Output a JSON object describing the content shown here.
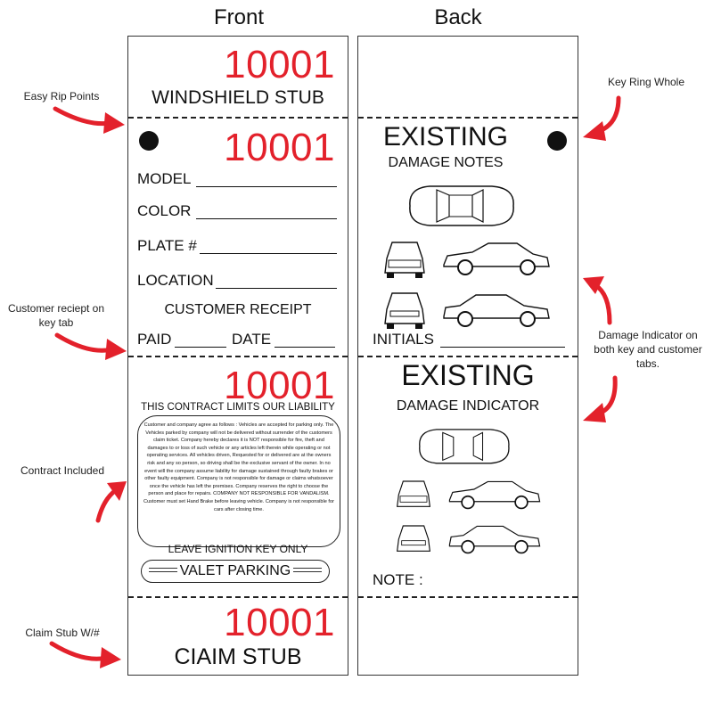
{
  "headers": {
    "front": "Front",
    "back": "Back"
  },
  "ticket_number": "10001",
  "front": {
    "windshield_stub": "WINDSHIELD STUB",
    "fields": [
      "MODEL",
      "COLOR",
      "PLATE #",
      "LOCATION"
    ],
    "customer_receipt": "CUSTOMER RECEIPT",
    "paid_label": "PAID",
    "date_label": "DATE",
    "contract_title": "THIS CONTRACT LIMITS OUR LIABILITY",
    "contract_text": "Customer and company agree as follows : Vehicles are accepted for parking only. The Vehicles parked by company will not be delivered without surrender of the customers claim ticket. Company hereby declares it is NOT responsible for fire, theft and damages to or loss of such vehicle or any articles left therein while operating or not operating services. All vehicles driven, Requested for or delivered are at the owners risk and any so person, so driving shall be the exclusive servant of the owner. In no event will the company assume liability for damage sustained through faulty brakes or other faulty equipment. Company is not responsible for damage or claims whatsoever once the vehicle has left the premises. Company reserves the right to choose the person and place for repairs. COMPANY NOT RESPONSIBLE FOR VANDALISM. Customer must set Hand Brake before leaving vehicle. Company is not responsible for cars after closing time.",
    "leave_key": "LEAVE IGNITION KEY ONLY",
    "valet_parking": "VALET PARKING",
    "claim_stub": "CIAIM STUB"
  },
  "back": {
    "existing": "EXISTING",
    "damage_notes": "DAMAGE NOTES",
    "initials": "INITIALS",
    "damage_indicator": "DAMAGE INDICATOR",
    "note": "NOTE :"
  },
  "callouts": {
    "easy_rip": "Easy Rip Points",
    "key_ring": "Key Ring Whole",
    "customer_receipt": "Customer reciept on key tab",
    "damage_indicator": "Damage Indicator on both key and customer tabs.",
    "contract": "Contract Included",
    "claim_stub": "Claim Stub W/#"
  },
  "colors": {
    "accent": "#e3212b",
    "ink": "#111111"
  }
}
